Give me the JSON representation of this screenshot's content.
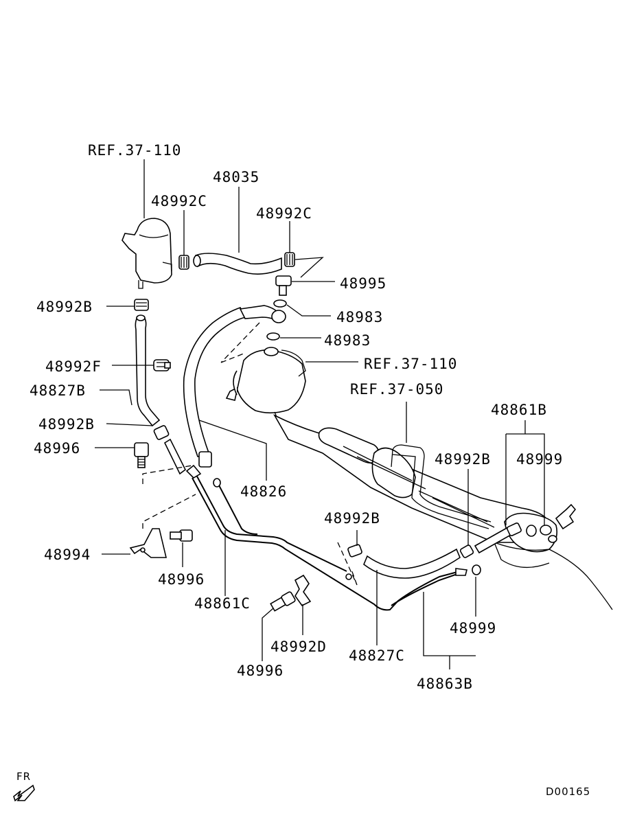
{
  "diagram": {
    "labels": {
      "ref_37_110_top": "REF.37-110",
      "p48035": "48035",
      "p48992c_left": "48992C",
      "p48992c_right": "48992C",
      "p48995": "48995",
      "p48983_upper": "48983",
      "p48983_lower": "48983",
      "p48992b_upper": "48992B",
      "p48992f": "48992F",
      "p48827b": "48827B",
      "ref_37_110_mid": "REF.37-110",
      "ref_37_050": "REF.37-050",
      "p48861b": "48861B",
      "p48992b_mid_left": "48992B",
      "p48996_left": "48996",
      "p48826": "48826",
      "p48992b_right": "48992B",
      "p48999_right": "48999",
      "p48992b_center": "48992B",
      "p48994": "48994",
      "p48996_center": "48996",
      "p48861c": "48861C",
      "p48992d": "48992D",
      "p48996_bottom": "48996",
      "p48827c": "48827C",
      "p48999_bottom": "48999",
      "p48863b": "48863B"
    },
    "fr_label": "FR",
    "diagram_id": "D00165"
  }
}
